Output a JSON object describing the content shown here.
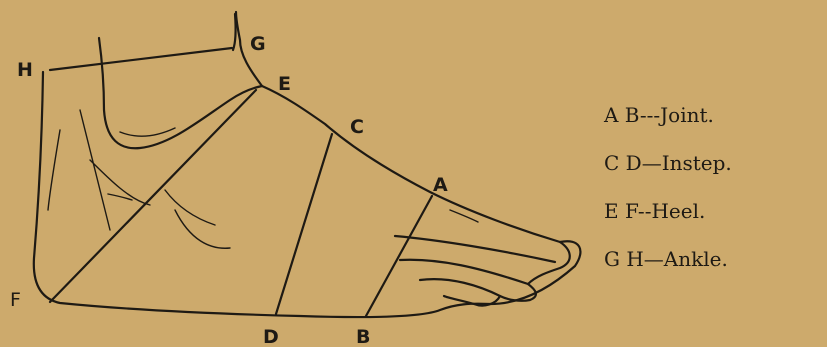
{
  "points": {
    "A": "A",
    "B": "B",
    "C": "C",
    "D": "D",
    "E": "E",
    "F": "F",
    "G": "G",
    "H": "H"
  },
  "legend": [
    {
      "text": "A B---Joint."
    },
    {
      "text": "C D—Instep."
    },
    {
      "text": "E F--Heel."
    },
    {
      "text": "G H—Ankle."
    }
  ],
  "colors": {
    "background": "#cdaa6c",
    "ink": "#1e1a14"
  }
}
